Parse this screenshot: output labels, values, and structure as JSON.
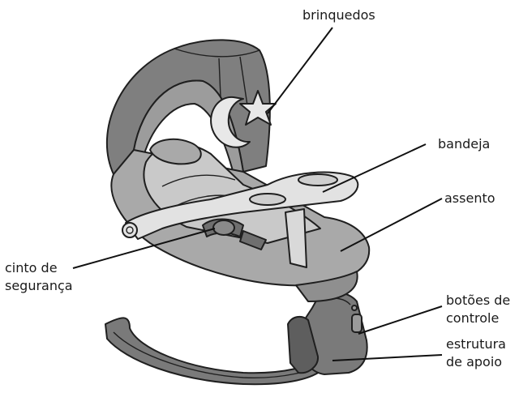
{
  "labels": {
    "toys": "brinquedos",
    "tray": "bandeja",
    "seat": "assento",
    "harness_line1": "cinto de",
    "harness_line2": "segurança",
    "controls_line1": "botões de",
    "controls_line2": "controle",
    "frame_line1": "estrutura",
    "frame_line2": "de apoio"
  },
  "colors": {
    "canopy": "#7f7f7f",
    "canopy_inner": "#b9b9b9",
    "seat": "#a9a9a9",
    "seat_light": "#c9c9c9",
    "tray": "#e2e2e2",
    "frame": "#7a7a7a",
    "frame_dark": "#5e5e5e",
    "toy": "#e8e8e8"
  }
}
